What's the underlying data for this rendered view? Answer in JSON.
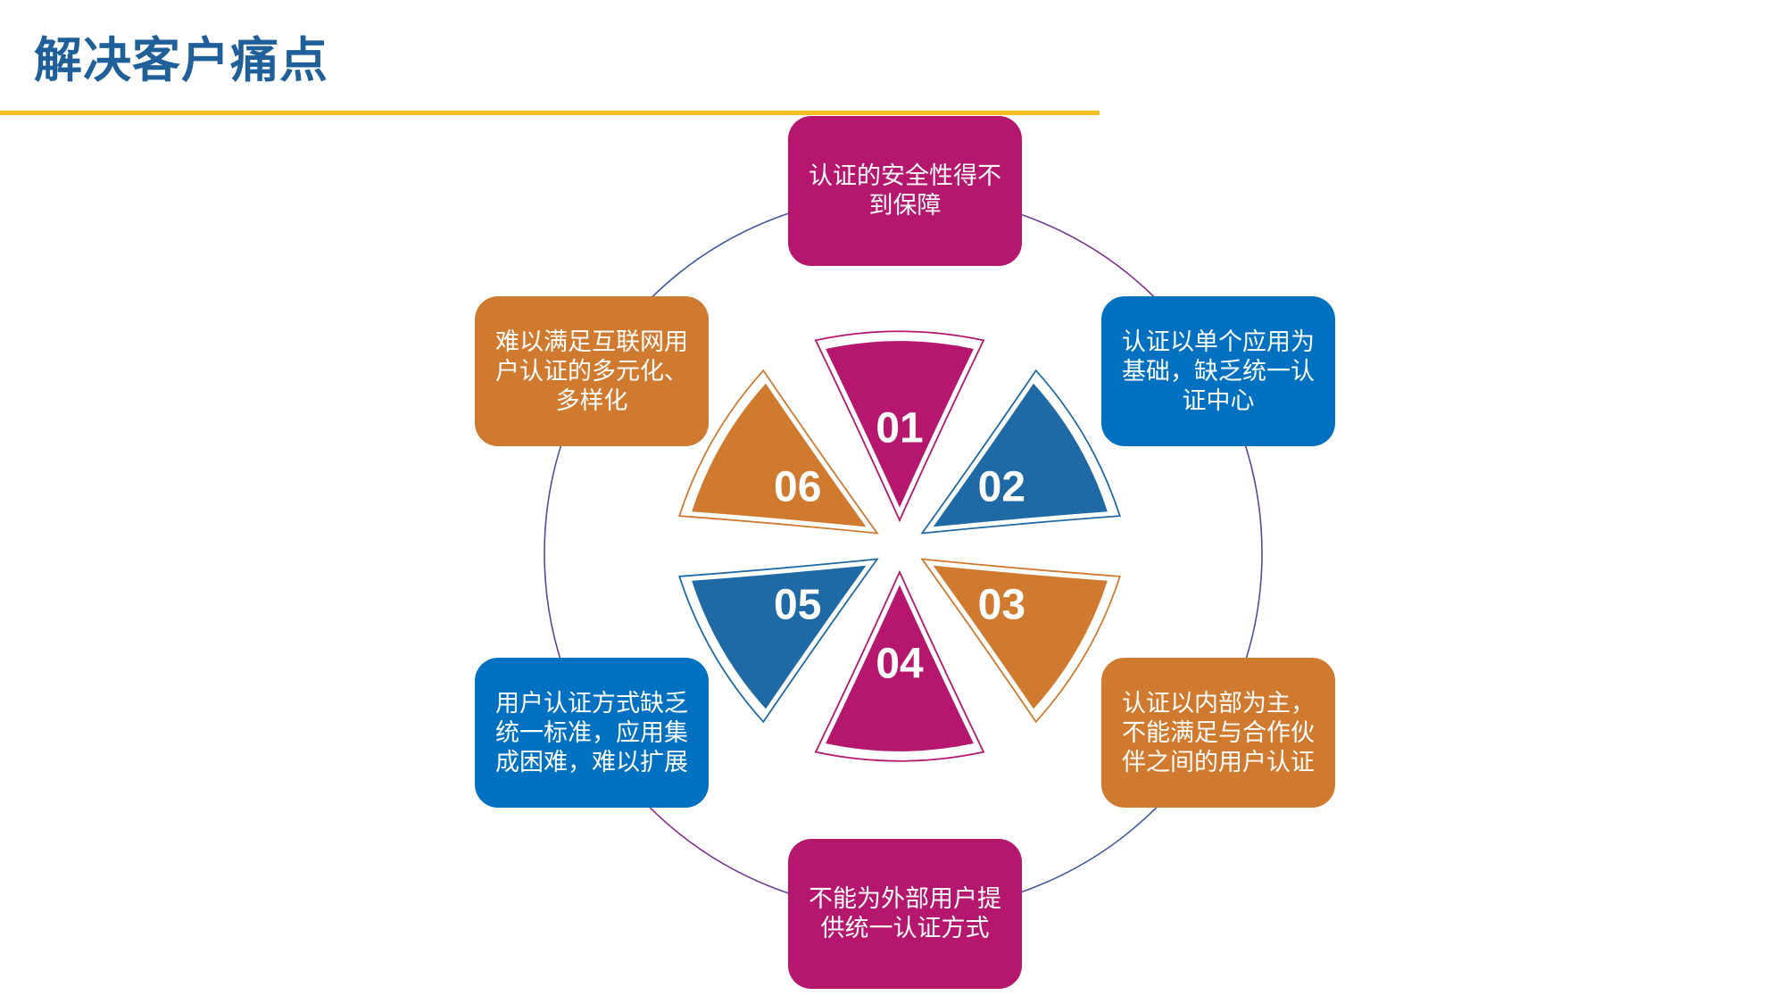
{
  "title": "解决客户痛点",
  "colors": {
    "title": "#1f5f9a",
    "rule": "#f5bd1f",
    "magenta": "#b5166e",
    "blue": "#0070c0",
    "orange": "#d07a2f",
    "steel_blue": "#1f6aa5"
  },
  "segments": [
    {
      "number": "01",
      "color": "#b5166e"
    },
    {
      "number": "02",
      "color": "#1f6aa5"
    },
    {
      "number": "03",
      "color": "#d07a2f"
    },
    {
      "number": "04",
      "color": "#b5166e"
    },
    {
      "number": "05",
      "color": "#1f6aa5"
    },
    {
      "number": "06",
      "color": "#d07a2f"
    }
  ],
  "pain_points": [
    {
      "text": "认证的安全性得不到保障",
      "color": "#b5166e"
    },
    {
      "text": "认证以单个应用为基础，缺乏统一认证中心",
      "color": "#0070c0"
    },
    {
      "text": "认证以内部为主，不能满足与合作伙伴之间的用户认证",
      "color": "#d07a2f"
    },
    {
      "text": "不能为外部用户提供统一认证方式",
      "color": "#b5166e"
    },
    {
      "text": "用户认证方式缺乏统一标准，应用集成困难，难以扩展",
      "color": "#0070c0"
    },
    {
      "text": "难以满足互联网用户认证的多元化、多样化",
      "color": "#d07a2f"
    }
  ]
}
